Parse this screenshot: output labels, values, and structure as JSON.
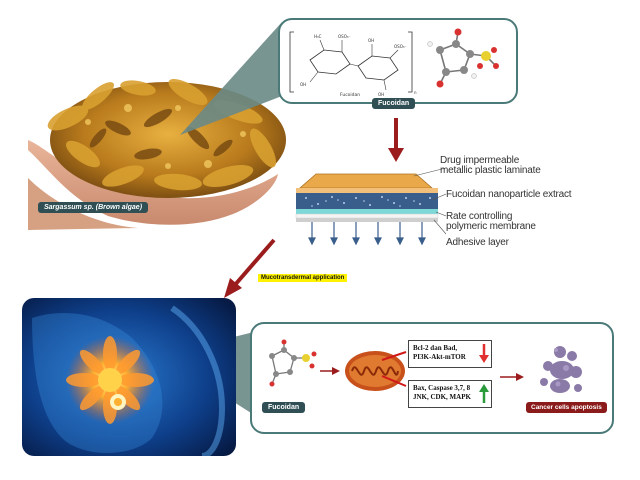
{
  "seaweed": {
    "caption": "Sargassum sp. (Brown algae)"
  },
  "structure": {
    "tag": "Fucoidan",
    "formula_fragment": "Fucoidan",
    "subscript": "n"
  },
  "patch": {
    "layers": [
      "Drug impermeable metallic plastic laminate",
      "Fucoidan nanoparticle extract",
      "Rate controlling polymeric membrane",
      "Adhesive layer"
    ],
    "layer_lines": [
      [
        "Drug impermeable",
        "metallic plastic laminate"
      ],
      [
        "Fucoidan nanoparticle extract"
      ],
      [
        "Rate controlling",
        "polymeric membrane"
      ],
      [
        "Adhesive layer"
      ]
    ]
  },
  "application_label": "Mucotransdermal application",
  "mechanism": {
    "fucoidan_tag": "Fucoidan",
    "down_box": [
      "Bcl-2 dan Bad,",
      "PI3K-Akt-mTOR"
    ],
    "up_box": [
      "Bax, Caspase 3,7, 8",
      "JNK, CDK, MAPK"
    ],
    "result_tag": "Cancer cells apoptosis"
  },
  "colors": {
    "frame": "#4a7a78",
    "arrow_red": "#9b1c1c",
    "tag_dark": "#2f4f55",
    "down_arrow": "#e03030",
    "up_arrow": "#2a9a3a",
    "highlight": "#fff200"
  }
}
